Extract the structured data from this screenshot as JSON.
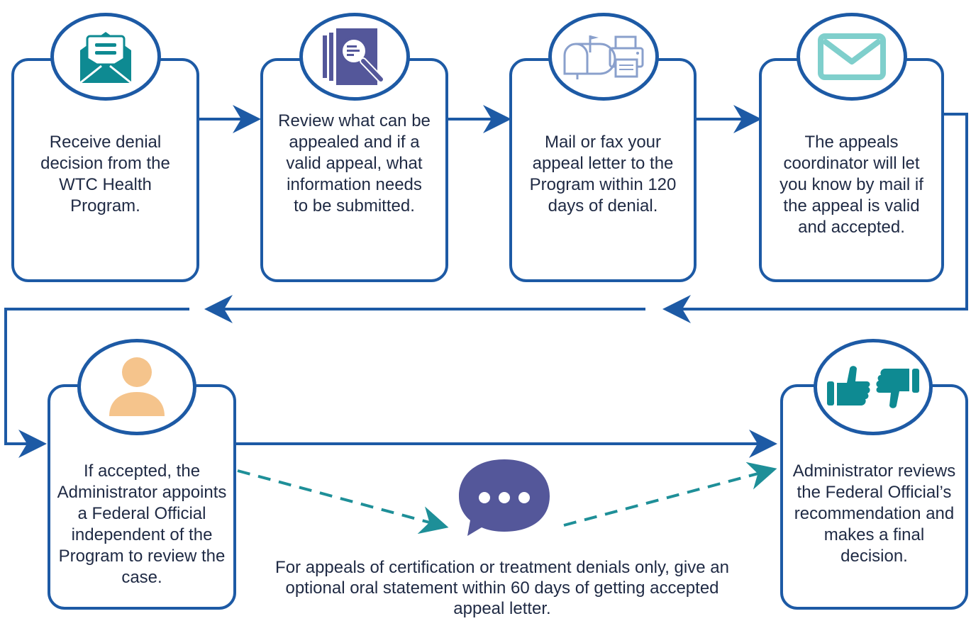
{
  "colors": {
    "frame": "#1d5aa5",
    "arrow": "#1d5aa5",
    "dashed_arrow": "#1e8f98",
    "teal": "#0e8a92",
    "purple": "#54579a",
    "light_blue": "#8aa0cc",
    "light_teal": "#7fcfcc",
    "peach": "#f5c48c",
    "text": "#1f2a44"
  },
  "steps": [
    {
      "icon": "envelope-letter-icon",
      "text": "Receive denial decision from the WTC Health Program."
    },
    {
      "icon": "document-magnifier-icon",
      "text": "Review what can be appealed and if a valid appeal, what information needs to be submitted."
    },
    {
      "icon": "mailbox-fax-icon",
      "text": "Mail or fax your appeal letter to the Program within 120 days of denial."
    },
    {
      "icon": "envelope-icon",
      "text": "The appeals coordinator will let you know by mail if the appeal is valid and accepted."
    },
    {
      "icon": "person-icon",
      "text": "If accepted, the Administrator appoints a Federal Official independent of the Program to review the case."
    },
    {
      "icon": "thumbs-up-down-icon",
      "text": "Administrator reviews the Federal Official’s recommendation and makes a final decision."
    }
  ],
  "optional_step": {
    "icon": "speech-bubble-icon",
    "text": "For appeals of certification or treatment denials only, give an optional oral statement within 60 days of getting accepted appeal letter."
  }
}
